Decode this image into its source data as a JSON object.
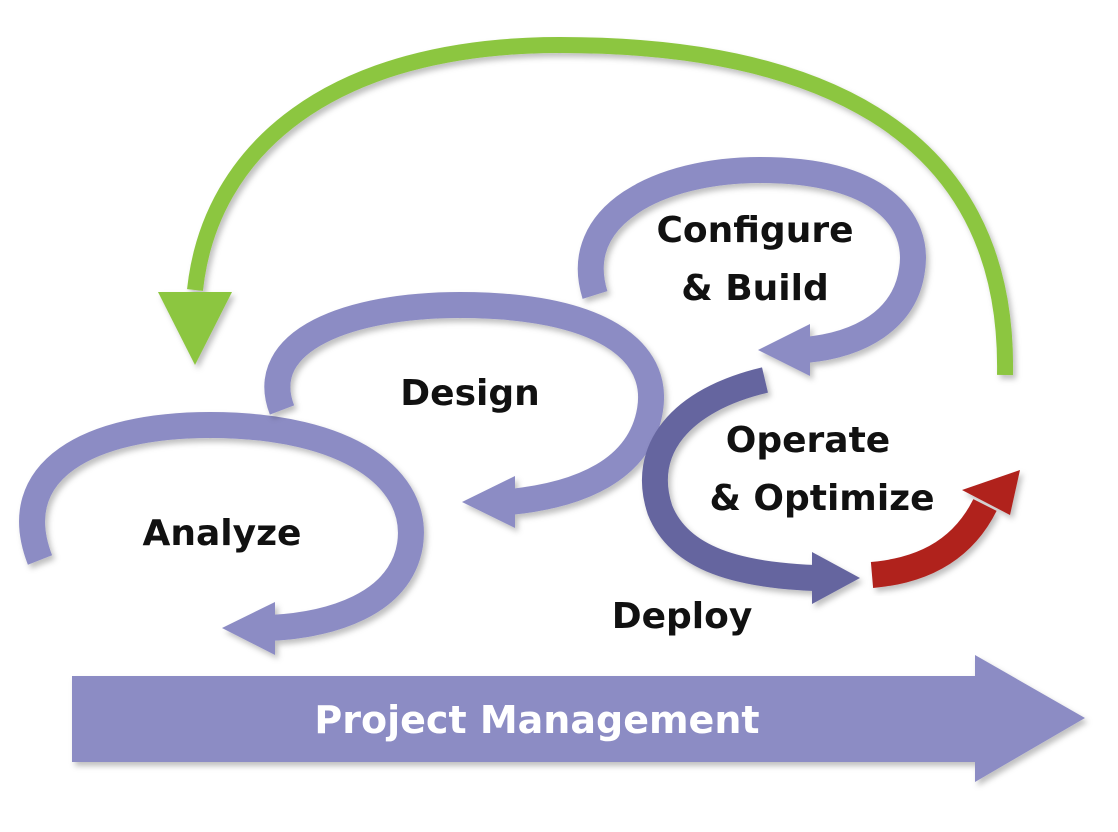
{
  "colors": {
    "loop": "#8c8cc4",
    "deploy": "#65659f",
    "cycle": "#8cc63f",
    "optimize": "#b0201e",
    "bar": "#8c8cc4"
  },
  "labels": {
    "analyze": "Analyze",
    "design": "Design",
    "configure_line1": "Configure",
    "configure_line2": "& Build",
    "operate_line1": "Operate",
    "operate_line2": "& Optimize",
    "deploy": "Deploy",
    "project_management": "Project Management"
  }
}
